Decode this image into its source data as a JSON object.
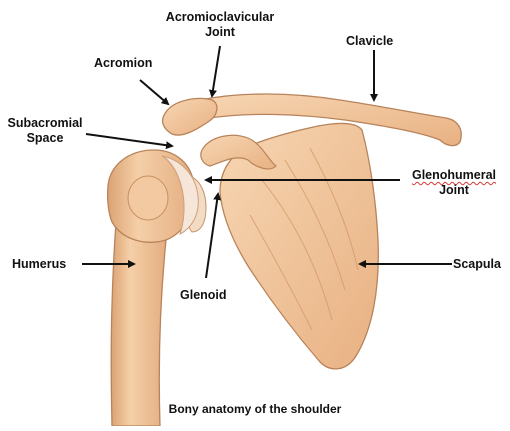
{
  "labels": {
    "acromioclavicular_line1": "Acromioclavicular",
    "acromioclavicular_line2": "Joint",
    "clavicle": "Clavicle",
    "acromion": "Acromion",
    "subacromial_line1": "Subacromial",
    "subacromial_line2": "Space",
    "glenohumeral_line1": "Glenohumeral",
    "glenohumeral_line2": "Joint",
    "humerus": "Humerus",
    "scapula": "Scapula",
    "glenoid": "Glenoid"
  },
  "caption": "Bony anatomy of the shoulder",
  "colors": {
    "bone_fill": "#f2c9a0",
    "bone_shadow": "#d9a072",
    "bone_outline": "#b8835a",
    "cartilage": "#f6e6d9",
    "arrow": "#111111",
    "spellcheck_underline": "#d83a3a"
  }
}
